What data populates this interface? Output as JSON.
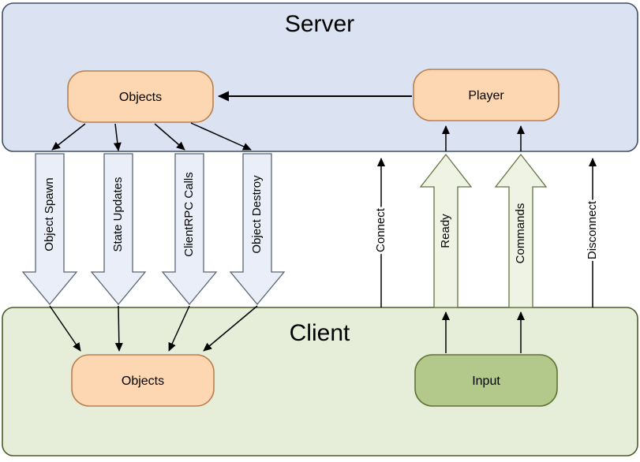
{
  "colors": {
    "server_fill": "#dbe3f2",
    "server_stroke": "#3f4d63",
    "client_fill": "#e6eeda",
    "client_stroke": "#4c5b27",
    "node_fill": "#fcd7b2",
    "node_stroke": "#bb8050",
    "input_fill": "#b3c98b",
    "input_stroke": "#5d7434",
    "down_arrow_fill": "#eaeef8",
    "down_arrow_stroke": "#5a6575",
    "up_arrow_fill": "#eef3e4",
    "up_arrow_stroke": "#62743f",
    "line": "#000000",
    "text": "#000000"
  },
  "server": {
    "label": "Server",
    "nodes": {
      "objects": "Objects",
      "player": "Player"
    }
  },
  "client": {
    "label": "Client",
    "nodes": {
      "objects": "Objects",
      "input": "Input"
    }
  },
  "flows": {
    "server_to_client": [
      "Object Spawn",
      "State Updates",
      "ClientRPC Calls",
      "Object Destroy"
    ],
    "client_to_server_block": [
      "Ready",
      "Commands"
    ],
    "client_to_server_thin": [
      "Connect",
      "Disconnect"
    ]
  }
}
